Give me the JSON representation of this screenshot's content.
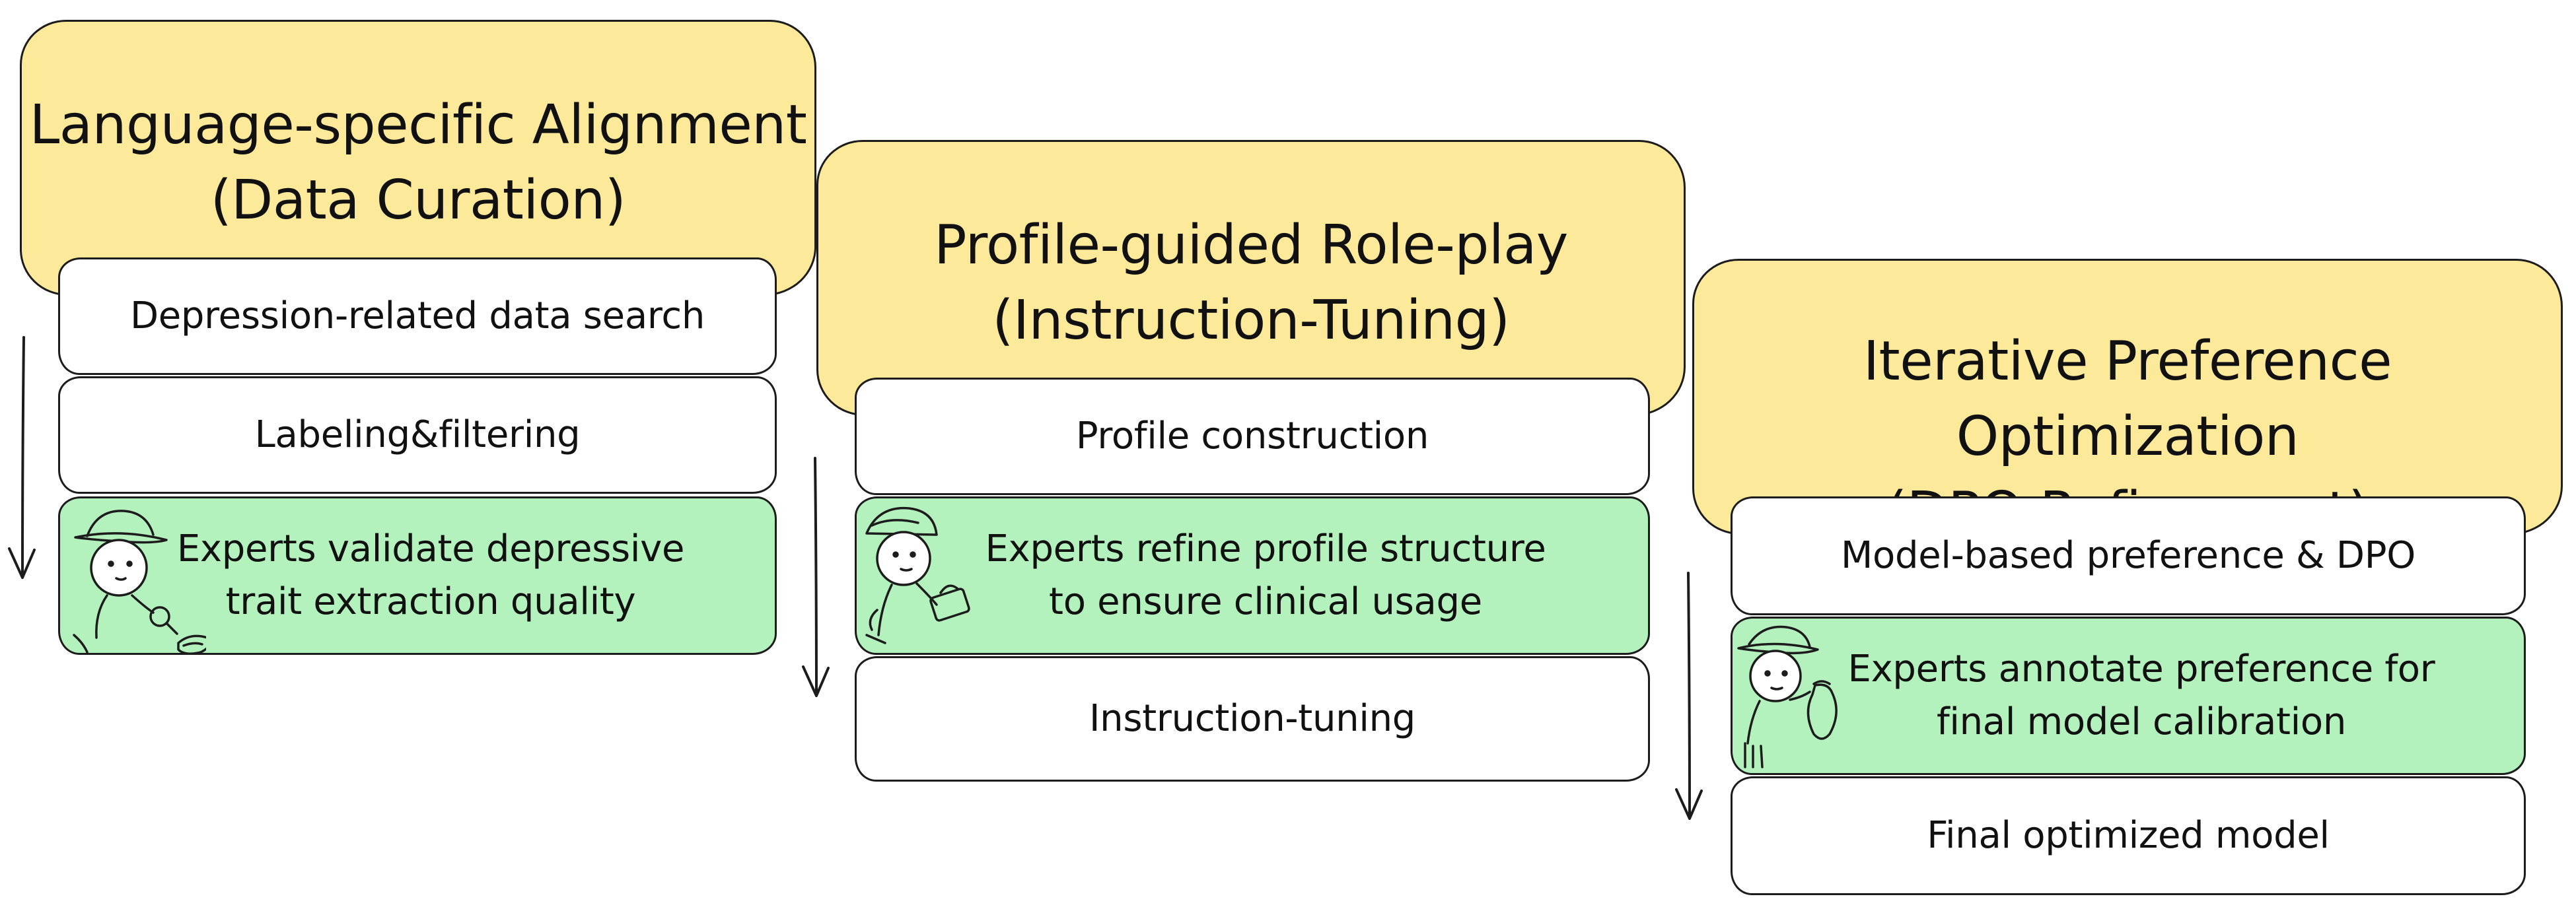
{
  "stages": [
    {
      "title": "Language-specific Alignment\n(Data Curation)",
      "steps": [
        "Depression-related data search",
        "Labeling&filtering"
      ],
      "expert_note": "Experts validate depressive\ntrait extraction quality"
    },
    {
      "title": "Profile-guided Role-play\n(Instruction-Tuning)",
      "steps": [
        "Profile construction"
      ],
      "expert_note": "Experts refine profile structure\nto ensure clinical usage",
      "final_step": "Instruction-tuning"
    },
    {
      "title": "Iterative Preference Optimization\n(DPO Refinement)",
      "steps": [
        "Model-based preference & DPO"
      ],
      "expert_note": "Experts annotate preference for\nfinal model calibration",
      "final_step": "Final optimized model"
    }
  ],
  "icons": {
    "stage1_expert": "explorer-with-magnifier-icon",
    "stage2_expert": "worker-with-toolbox-icon",
    "stage3_expert": "gardener-with-vase-icon"
  },
  "colors": {
    "header_fill": "#fde99a",
    "expert_fill": "#b3f1bd",
    "step_fill": "#ffffff",
    "outline": "#1c1c1c"
  }
}
